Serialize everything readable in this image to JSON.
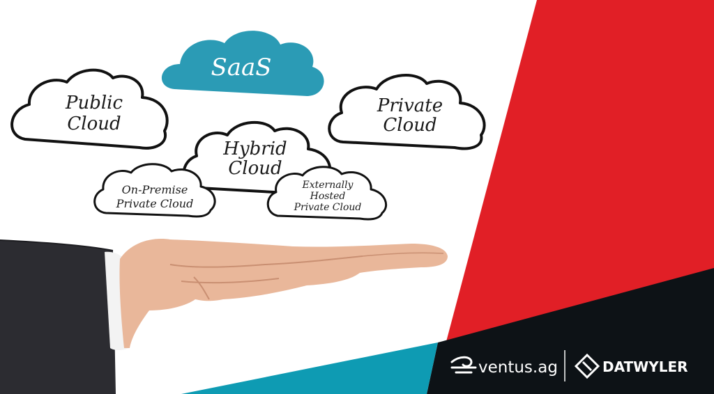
{
  "colors": {
    "red": "#e11f26",
    "black": "#0d1216",
    "teal": "#0e9bb3",
    "saas_cloud": "#2b9bb5",
    "outline": "#111111",
    "white": "#ffffff",
    "skin": "#e9b79a",
    "sleeve": "#2c2c31"
  },
  "clouds": {
    "saas": "SaaS",
    "public": {
      "line1": "Public",
      "line2": "Cloud"
    },
    "private": {
      "line1": "Private",
      "line2": "Cloud"
    },
    "hybrid": {
      "line1": "Hybrid",
      "line2": "Cloud"
    },
    "on_premise": {
      "line1": "On-Premise",
      "line2": "Private Cloud"
    },
    "external": {
      "line1": "Externally",
      "line2": "Hosted",
      "line3": "Private Cloud"
    }
  },
  "brand": {
    "ventus": "ventus.ag",
    "datwyler": "DATWYLER"
  },
  "icons": {
    "ventus_logo": "wind-swoosh-icon",
    "datwyler_logo": "diamond-outline-icon"
  }
}
